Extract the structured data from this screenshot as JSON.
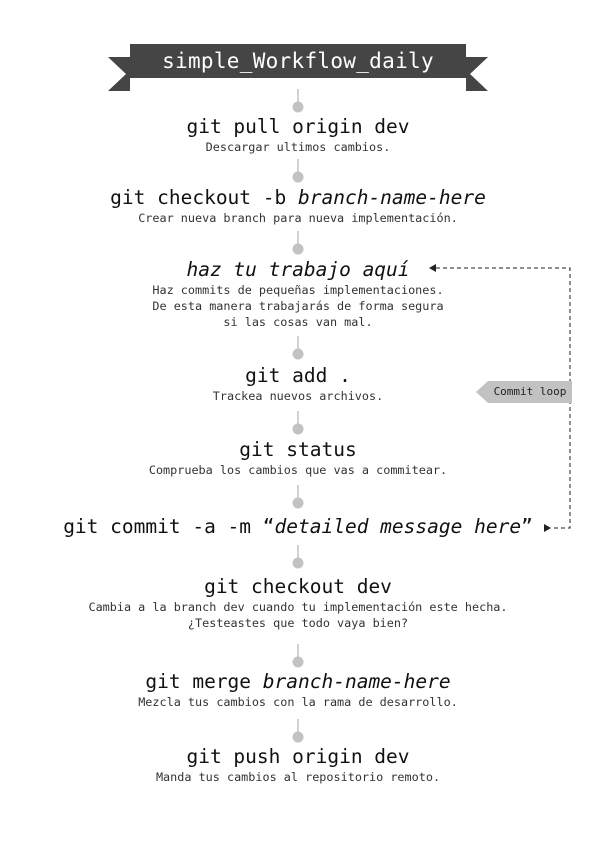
{
  "title": "simple_Workflow_daily",
  "steps": [
    {
      "cmd": "git pull origin dev",
      "arg": "",
      "desc": [
        "Descargar ultimos cambios."
      ]
    },
    {
      "cmd": "git checkout -b ",
      "arg": "branch-name-here",
      "desc": [
        "Crear nueva branch para nueva implementación."
      ]
    },
    {
      "cmd": "",
      "arg": "haz tu trabajo aquí",
      "desc": [
        "Haz commits de pequeñas implementaciones.",
        "De esta manera trabajarás de forma segura",
        "si las cosas van mal."
      ]
    },
    {
      "cmd": "git add .",
      "arg": "",
      "desc": [
        "Trackea nuevos archivos."
      ]
    },
    {
      "cmd": "git status",
      "arg": "",
      "desc": [
        "Comprueba los cambios que vas a commitear."
      ]
    },
    {
      "cmd": "git commit -a -m “",
      "arg": "detailed message here",
      "suffix": "”",
      "desc": []
    },
    {
      "cmd": "git checkout dev",
      "arg": "",
      "desc": [
        "Cambia a la branch dev cuando tu implementación este hecha.",
        "¿Testeastes que todo vaya bien?"
      ]
    },
    {
      "cmd": "git merge ",
      "arg": "branch-name-here",
      "desc": [
        "Mezcla tus cambios con la rama de desarrollo."
      ]
    },
    {
      "cmd": "git push origin dev",
      "arg": "",
      "desc": [
        "Manda tus cambios al repositorio remoto."
      ]
    }
  ],
  "loop": {
    "label": "Commit loop"
  },
  "colors": {
    "banner": "#454545",
    "connector": "#c2c2c2",
    "loop_tag": "#c2c2c2",
    "loop_line": "#222222"
  }
}
